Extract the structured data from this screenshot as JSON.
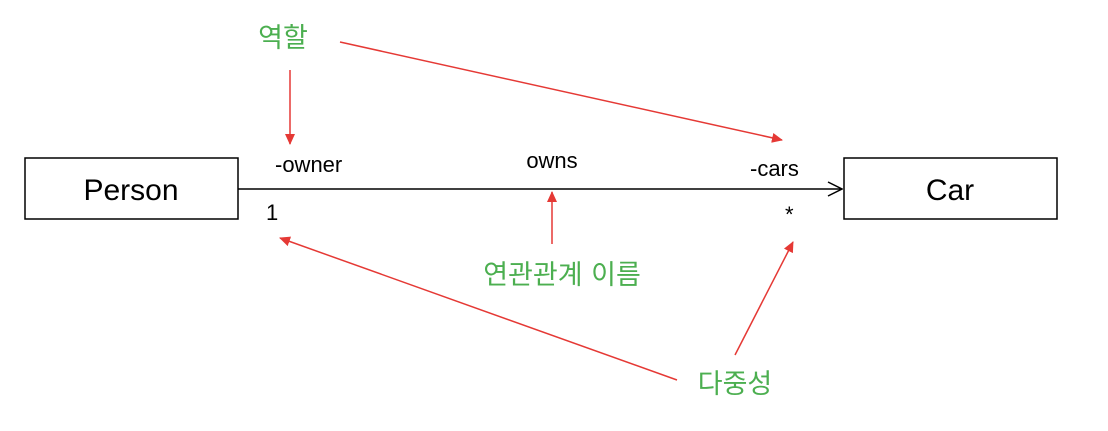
{
  "classes": {
    "left": "Person",
    "right": "Car"
  },
  "association": {
    "name": "owns",
    "left_role": "-owner",
    "right_role": "-cars",
    "left_multiplicity": "1",
    "right_multiplicity": "*"
  },
  "annotations": {
    "role": "역할",
    "association_name": "연관관계 이름",
    "multiplicity": "다중성"
  },
  "colors": {
    "annotation_text": "#4caf50",
    "annotation_arrow": "#e53935",
    "line": "#000000"
  }
}
